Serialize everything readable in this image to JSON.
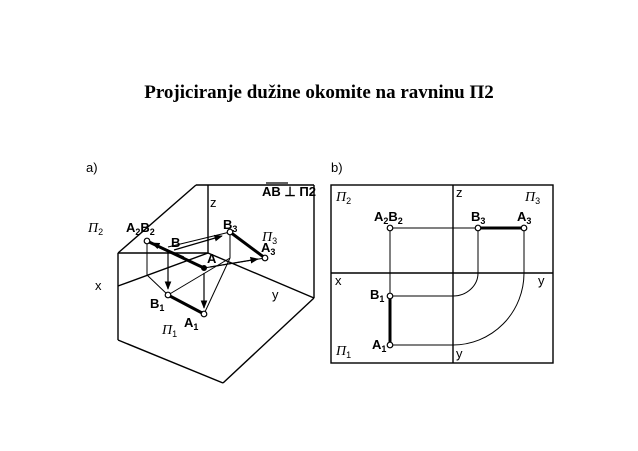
{
  "title": "Projiciranje dužine  okomite na ravninu Π2",
  "panel_a": {
    "label": "a)",
    "plane_labels": [
      "Π2",
      "Π1",
      "Π3"
    ],
    "axis_labels": {
      "x": "x",
      "y": "y",
      "z": "z"
    },
    "points": {
      "A": "A",
      "B": "B",
      "A1": "A1",
      "B1": "B1",
      "A2B2": "A2B2",
      "B3": "B3",
      "A3": "A3"
    }
  },
  "panel_b": {
    "label": "b)",
    "relation": "AB ⊥ Π2",
    "plane_labels": [
      "Π2",
      "Π3",
      "Π1"
    ],
    "axis_labels": {
      "x": "x",
      "y_right": "y",
      "y_bottom": "y",
      "z": "z"
    },
    "points": {
      "A2B2": "A2B2",
      "B3": "B3",
      "A3": "A3",
      "B1": "B1",
      "A1": "A1"
    }
  }
}
